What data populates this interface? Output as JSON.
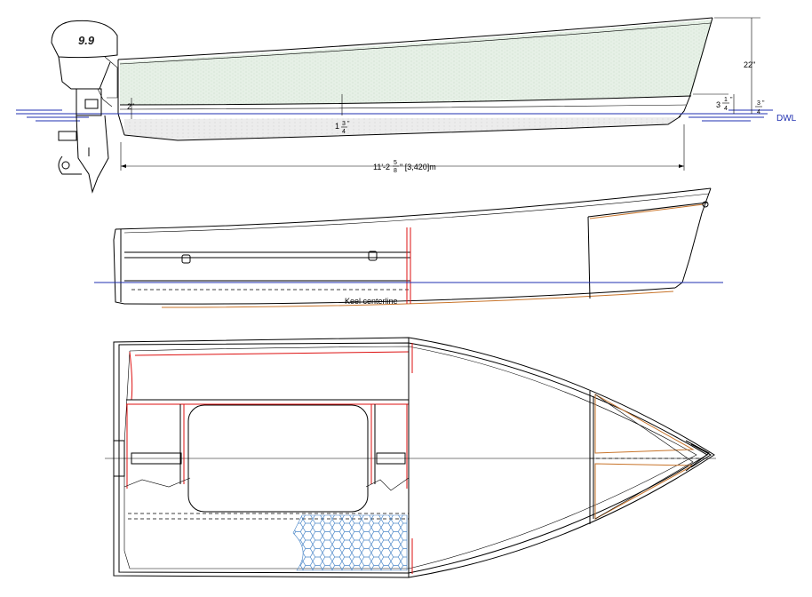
{
  "motor_label": "9.9",
  "profile_view": {
    "dim_depth": "22\"",
    "dim_transom_freeboard": "2\"",
    "dim_rocker": "1",
    "dim_rocker_frac_num": "3",
    "dim_rocker_frac_den": "4",
    "dim_rocker_unit": "\"",
    "dim_bow_whole": "3",
    "dim_bow_frac_num": "1",
    "dim_bow_frac_den": "4",
    "dim_bow_unit": "\"",
    "dim_draft_frac_num": "3",
    "dim_draft_frac_den": "4",
    "dim_draft_unit": "\"",
    "waterline_label": "DWL",
    "length_prefix": "11'-2",
    "length_frac_num": "5",
    "length_frac_den": "8",
    "length_suffix": "\" [3,420]m"
  },
  "section_view": {
    "keel_label": "Keel centerline"
  },
  "colors": {
    "hull_fill": "#e6f0e6",
    "bottom_fill": "#eaeaea",
    "waterline": "#1f2fb0",
    "frame_red": "#dd1111",
    "chine_orange": "#c8742a",
    "floor_mesh": "#4a86c8"
  }
}
